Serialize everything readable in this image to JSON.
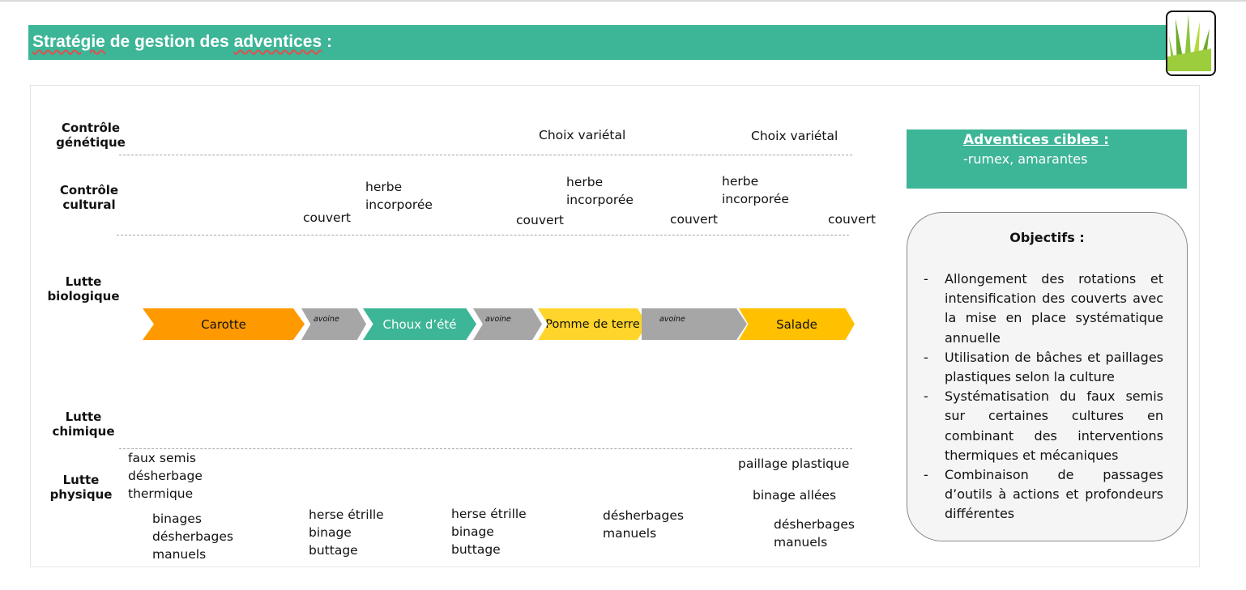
{
  "header": {
    "title_word": "Stratégie",
    "title_mid": " de gestion des ",
    "title_word2": "adventices",
    "title_end": " :"
  },
  "rows": {
    "genetique": [
      "Contrôle",
      "génétique"
    ],
    "cultural": [
      "Contrôle",
      "cultural"
    ],
    "biologique": [
      "Lutte",
      "biologique"
    ],
    "chimique": [
      "Lutte",
      "chimique"
    ],
    "physique": [
      "Lutte",
      "physique"
    ]
  },
  "genetic": {
    "choix1": "Choix variétal",
    "choix2": "Choix variétal"
  },
  "cultural": {
    "couvert": "couvert",
    "herbe1": [
      "herbe",
      "incorporée"
    ],
    "herbe2": [
      "herbe",
      "incorporée"
    ],
    "herbe3": [
      "herbe",
      "incorporée"
    ]
  },
  "rotation": {
    "crops": [
      "Carotte",
      "Choux d’été",
      "Pomme de terre",
      "Salade"
    ],
    "cover": "avoine"
  },
  "physical": {
    "faux": [
      "faux semis",
      "désherbage",
      "thermique"
    ],
    "binages": [
      "binages",
      "désherbages",
      "manuels"
    ],
    "herse1": [
      "herse étrille",
      "binage",
      "buttage"
    ],
    "herse2": [
      "herse étrille",
      "binage",
      "buttage"
    ],
    "desh1": [
      "désherbages",
      "manuels"
    ],
    "paillage": "paillage plastique",
    "binage_allees": "binage allées",
    "desh2": [
      "désherbages",
      "manuels"
    ]
  },
  "targets": {
    "title": "Adventices cibles :",
    "list": "-rumex, amarantes"
  },
  "objectifs": {
    "title": "Objectifs :",
    "dash": "-",
    "items": [
      "Allongement des rotations et intensification des couverts avec la mise en place systématique annuelle",
      "Utilisation de bâches et paillages plastiques selon la culture",
      "Systématisation du faux semis sur certaines cultures en combinant des interventions thermiques et mécaniques",
      "Combinaison de passages d’outils à actions et profondeurs différentes"
    ]
  },
  "colors": {
    "banner": "#3db597",
    "carotte": "#ff9900",
    "cover": "#a6a6a6",
    "choux": "#3db597",
    "pomme": "#ffd52b",
    "salade": "#ffc000"
  }
}
